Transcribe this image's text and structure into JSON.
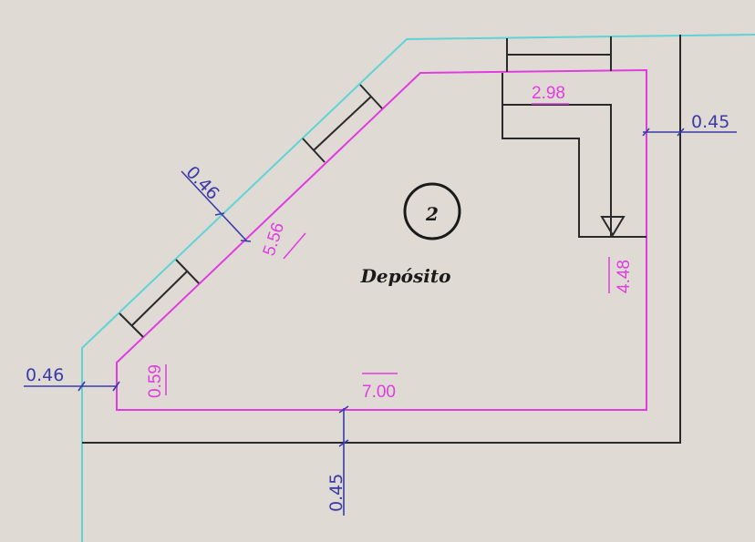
{
  "room": {
    "number": "2",
    "name": "Depósito"
  },
  "dimensions": {
    "diagonal_wall_thickness": "0.46",
    "diagonal_length": "5.56",
    "left_wall_thickness": "0.46",
    "left_side_length": "0.59",
    "bottom_length": "7.00",
    "right_side_length": "4.48",
    "bottom_wall_thickness": "0.45",
    "right_wall_thickness": "0.45",
    "top_length": "2.98"
  },
  "colors": {
    "background": "#dfdbd4",
    "room_outline": "#e03ce0",
    "dimension": "#3a3aa8",
    "boundary": "#5fd3d6",
    "wall": "#2a2a2a"
  }
}
